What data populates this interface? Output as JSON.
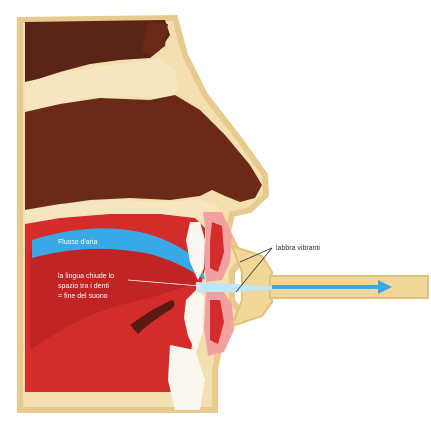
{
  "labels": {
    "airflow": "Flusso d'aria",
    "vibrating_lips": "labbra vibranti",
    "tongue_line1": "la lingua chiude lo",
    "tongue_line2": "spazio tra i denti",
    "tongue_line3": "= fine del suono"
  },
  "colors": {
    "background": "#ffffff",
    "skin_outline": "#e8c98e",
    "skin_fill": "#f4dfb0",
    "brain_dark": "#5a2416",
    "nasal_dark": "#6b2a18",
    "palate_bone": "#f6e6c0",
    "mouth_red": "#d42b2b",
    "mouth_dark_red": "#a81e1e",
    "lips_pink": "#f2a0a0",
    "teeth_white": "#faf7f0",
    "airflow_blue": "#39a9e6",
    "airflow_light": "#bfe7fb",
    "mouthpiece": "#f1d89a"
  },
  "icons": {
    "airflow_arrow": "arrow-right-icon",
    "pointer_lines": "leader-line"
  }
}
